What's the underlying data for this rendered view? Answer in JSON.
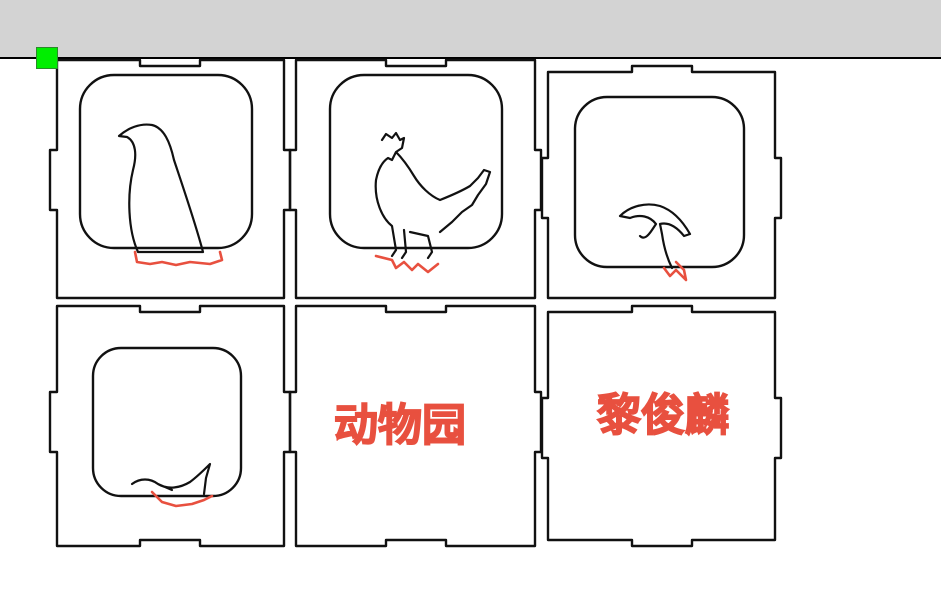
{
  "colors": {
    "toolbar_bg": "#d3d3d3",
    "cut_line": "#111111",
    "engrave": "#e8503f",
    "selection_handle": "#00ee00"
  },
  "panels": [
    {
      "id": "penguin",
      "icon": "penguin-icon"
    },
    {
      "id": "rooster",
      "icon": "rooster-icon"
    },
    {
      "id": "dolphin",
      "icon": "dolphin-icon"
    },
    {
      "id": "bird",
      "icon": "bird-icon"
    },
    {
      "id": "zoo-label",
      "text": "动物园"
    },
    {
      "id": "name-label",
      "text": "黎俊麟"
    }
  ]
}
